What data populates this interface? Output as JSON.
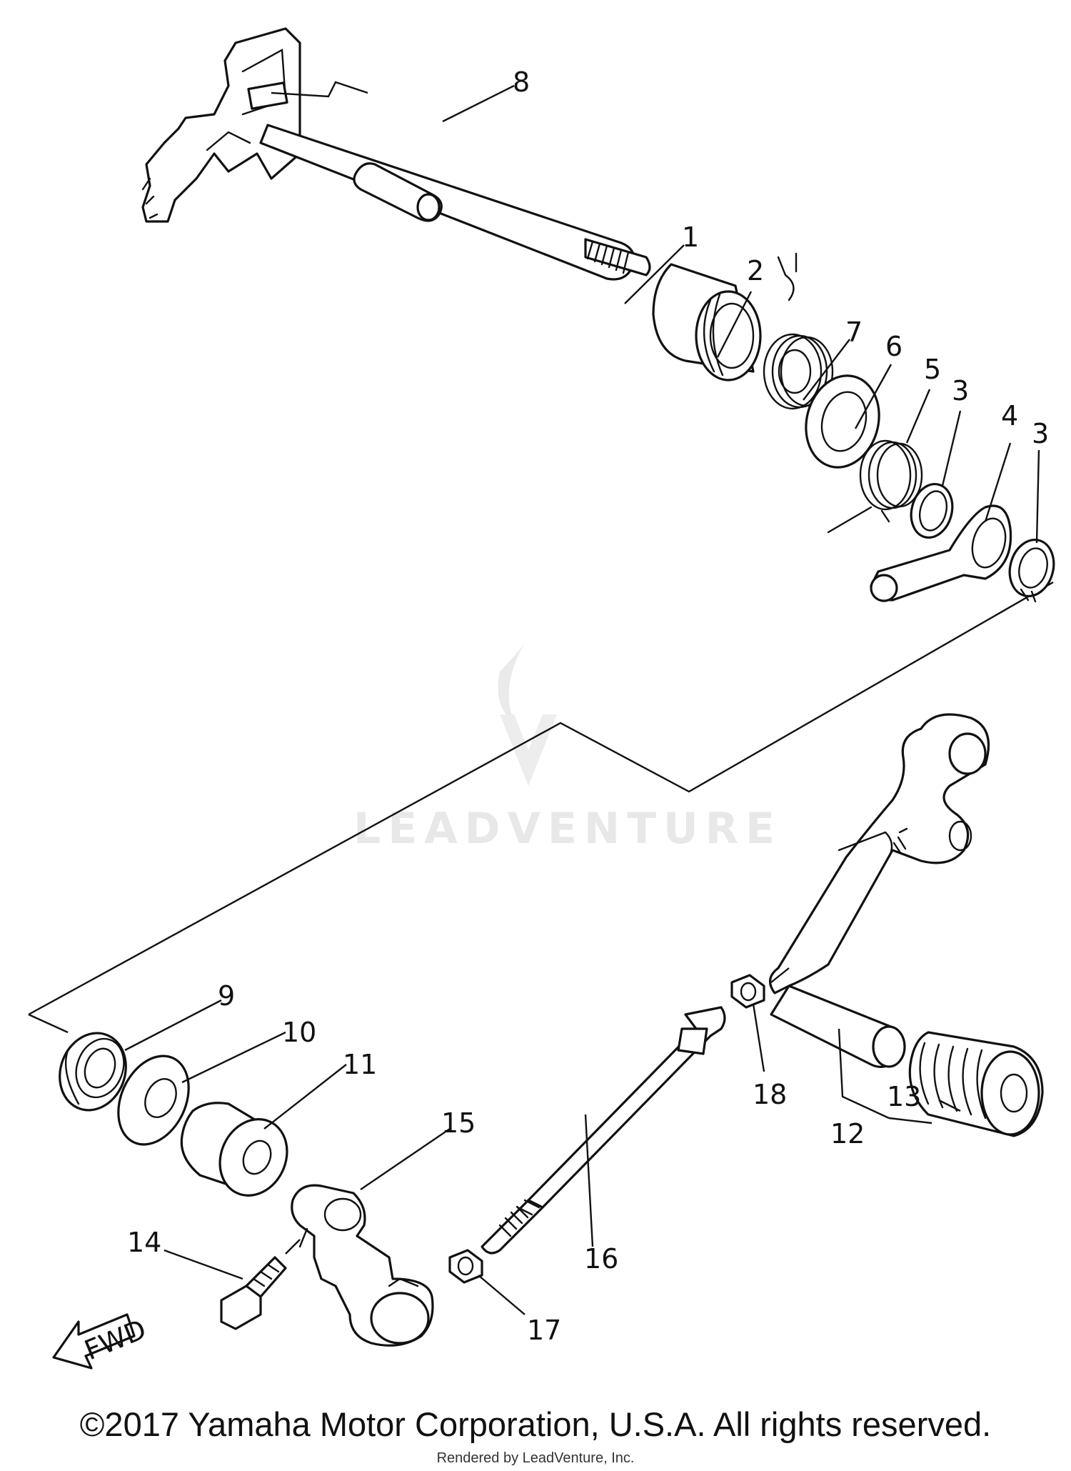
{
  "diagram": {
    "callouts": [
      {
        "id": "1",
        "label": "1"
      },
      {
        "id": "2",
        "label": "2"
      },
      {
        "id": "3a",
        "label": "3"
      },
      {
        "id": "3b",
        "label": "3"
      },
      {
        "id": "4",
        "label": "4"
      },
      {
        "id": "5",
        "label": "5"
      },
      {
        "id": "6",
        "label": "6"
      },
      {
        "id": "7",
        "label": "7"
      },
      {
        "id": "8",
        "label": "8"
      },
      {
        "id": "9",
        "label": "9"
      },
      {
        "id": "10",
        "label": "10"
      },
      {
        "id": "11",
        "label": "11"
      },
      {
        "id": "12",
        "label": "12"
      },
      {
        "id": "13",
        "label": "13"
      },
      {
        "id": "14",
        "label": "14"
      },
      {
        "id": "15",
        "label": "15"
      },
      {
        "id": "16",
        "label": "16"
      },
      {
        "id": "17",
        "label": "17"
      },
      {
        "id": "18",
        "label": "18"
      }
    ],
    "direction_marker": "FWD"
  },
  "watermark": {
    "text": "LEADVENTURE"
  },
  "footer": {
    "copyright": "©2017 Yamaha Motor Corporation, U.S.A. All rights reserved.",
    "rendered_by": "Rendered by LeadVenture, Inc."
  }
}
